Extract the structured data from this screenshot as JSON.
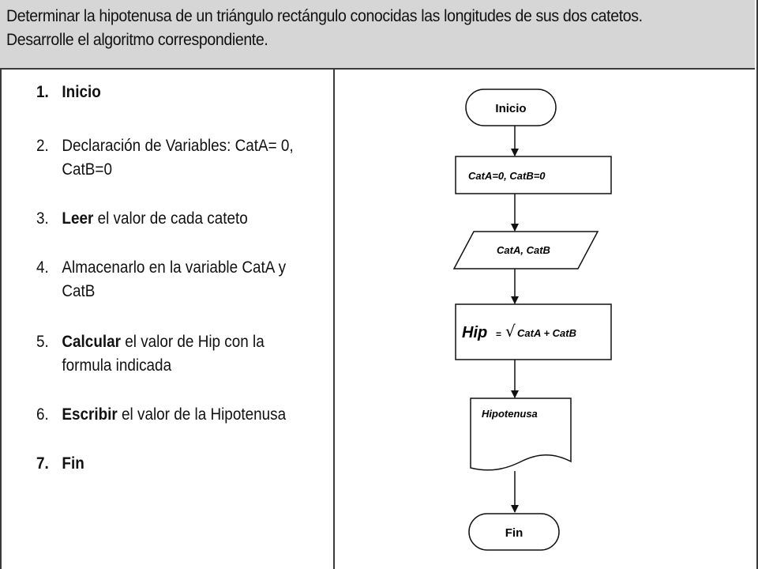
{
  "header": {
    "line1": "Determinar la hipotenusa de un triángulo rectángulo conocidas las longitudes de sus dos catetos.",
    "line2": "Desarrolle el algoritmo correspondiente."
  },
  "steps": [
    {
      "num": "1.",
      "bold_num": true,
      "bold": "Inicio",
      "rest": "",
      "line2": ""
    },
    {
      "num": "2.",
      "bold_num": false,
      "bold": "",
      "rest": "Declaración de Variables: CatA= 0,",
      "line2": "CatB=0"
    },
    {
      "num": "3.",
      "bold_num": false,
      "bold": "Leer",
      "rest": " el valor de cada cateto",
      "line2": ""
    },
    {
      "num": "4.",
      "bold_num": false,
      "bold": "",
      "rest": "Almacenarlo en la variable CatA y",
      "line2": "CatB"
    },
    {
      "num": "5.",
      "bold_num": false,
      "bold": "Calcular",
      "rest": " el valor de Hip con la",
      "line2": "formula indicada"
    },
    {
      "num": "6.",
      "bold_num": false,
      "bold": "Escribir",
      "rest": " el valor de la Hipotenusa",
      "line2": ""
    },
    {
      "num": "7.",
      "bold_num": true,
      "bold": "Fin",
      "rest": "",
      "line2": ""
    }
  ],
  "flowchart": {
    "start": "Inicio",
    "init": "CatA=0, CatB=0",
    "input": "CatA, CatB",
    "calc_var": "Hip",
    "calc_eq": "=",
    "calc_sqrt": "√",
    "calc_expr": "CatA + CatB",
    "output": "Hipotenusa",
    "end": "Fin"
  }
}
